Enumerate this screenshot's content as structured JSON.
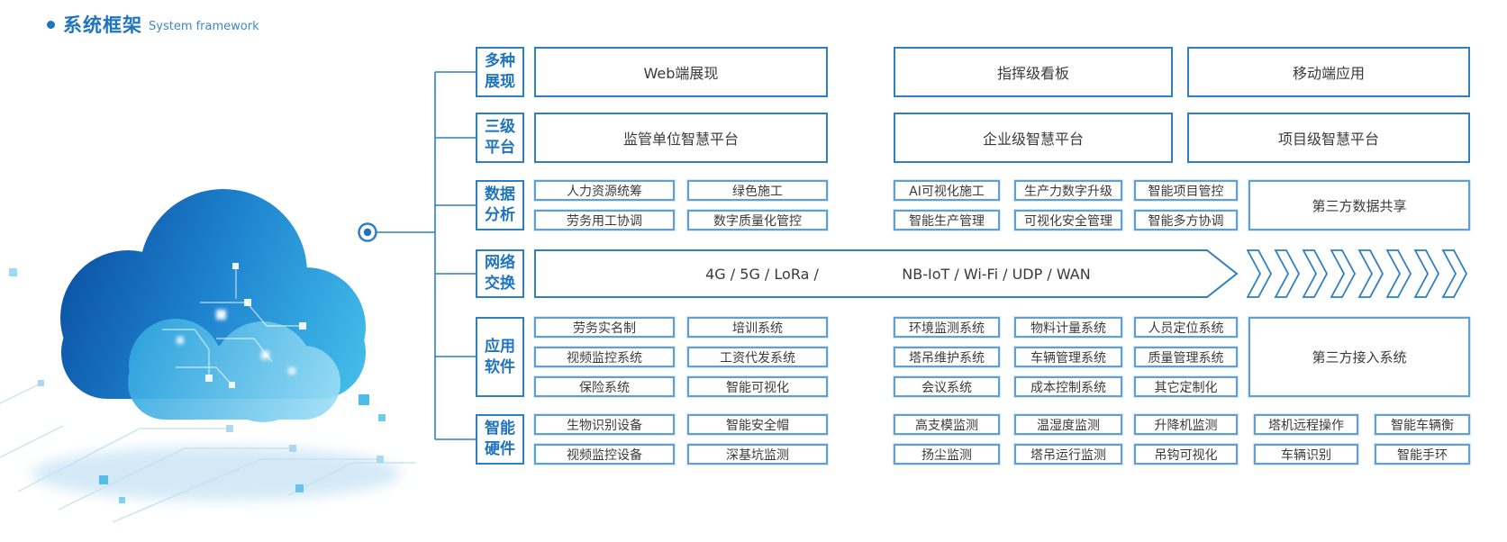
{
  "title": {
    "zh": "系统框架",
    "en": "System framework"
  },
  "colors": {
    "accent": "#1f74c0",
    "box_border": "#2f7fc2",
    "small_box_border": "#5d9fd6",
    "text": "#3a3a3a"
  },
  "categories": [
    {
      "line1": "多种",
      "line2": "展现"
    },
    {
      "line1": "三级",
      "line2": "平台"
    },
    {
      "line1": "数据",
      "line2": "分析"
    },
    {
      "line1": "网络",
      "line2": "交换"
    },
    {
      "line1": "应用",
      "line2": "软件"
    },
    {
      "line1": "智能",
      "line2": "硬件"
    }
  ],
  "display_row": [
    "Web端展现",
    "指挥级看板",
    "移动端应用"
  ],
  "platform_row": [
    "监管单位智慧平台",
    "企业级智慧平台",
    "项目级智慧平台"
  ],
  "data_analysis": {
    "row1": [
      "人力资源统筹",
      "绿色施工",
      "AI可视化施工",
      "生产力数字升级",
      "智能项目管控"
    ],
    "row2": [
      "劳务用工协调",
      "数字质量化管控",
      "智能生产管理",
      "可视化安全管理",
      "智能多方协调"
    ],
    "side": "第三方数据共享"
  },
  "network": {
    "left_text": "4G / 5G / LoRa /",
    "right_text": "NB-IoT / Wi-Fi / UDP / WAN"
  },
  "software": {
    "row1": [
      "劳务实名制",
      "培训系统",
      "环境监测系统",
      "物料计量系统",
      "人员定位系统"
    ],
    "row2": [
      "视频监控系统",
      "工资代发系统",
      "塔吊维护系统",
      "车辆管理系统",
      "质量管理系统"
    ],
    "row3": [
      "保险系统",
      "智能可视化",
      "会议系统",
      "成本控制系统",
      "其它定制化"
    ],
    "side": "第三方接入系统"
  },
  "hardware": {
    "row1": [
      "生物识别设备",
      "智能安全帽",
      "高支模监测",
      "温湿度监测",
      "升降机监测",
      "塔机远程操作",
      "智能车辆衡"
    ],
    "row2": [
      "视频监控设备",
      "深基坑监测",
      "扬尘监测",
      "塔吊运行监测",
      "吊钩可视化",
      "车辆识别",
      "智能手环"
    ]
  }
}
